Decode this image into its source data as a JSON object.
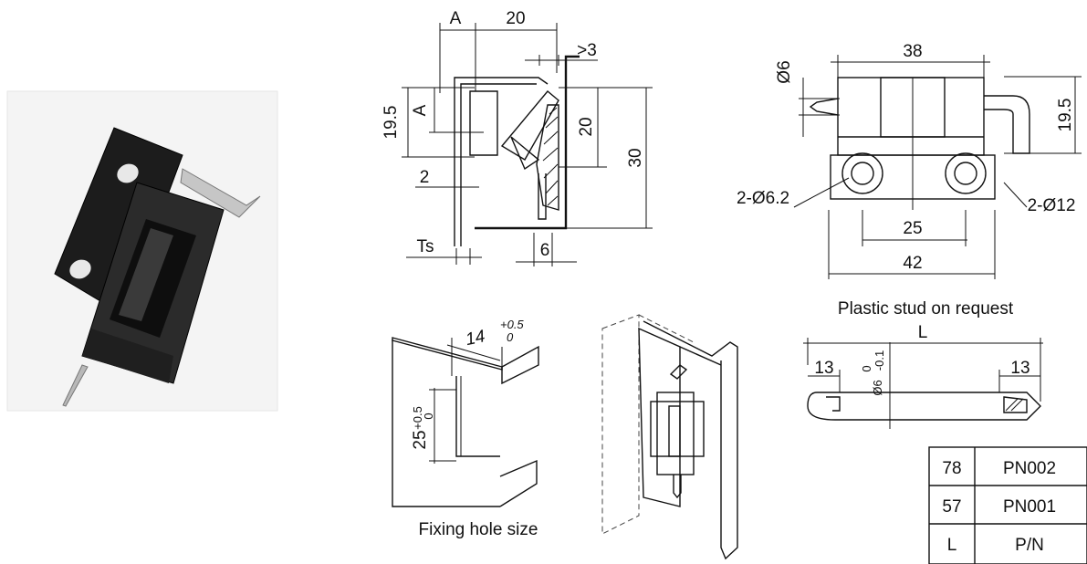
{
  "photo": {
    "alt_icon": "hinge-photo"
  },
  "side_view": {
    "dims": {
      "a_top": "A",
      "w20": "20",
      "gt3": ">3",
      "h195": "19.5",
      "a_left": "A",
      "h20": "20",
      "h30": "30",
      "d2": "2",
      "ts": "Ts",
      "d6": "6"
    }
  },
  "front_view": {
    "dims": {
      "dia6": "Ø6",
      "w38": "38",
      "h195": "19.5",
      "holes_small": "2-Ø6.2",
      "holes_large": "2-Ø12",
      "w25": "25",
      "w42": "42"
    },
    "caption": "Plastic stud on request"
  },
  "fixing_hole": {
    "width_dim": "14",
    "width_tol_upper": "+0.5",
    "width_tol_lower": "0",
    "height_dim": "25",
    "height_tol_upper": "+0.5",
    "height_tol_lower": "0",
    "caption": "Fixing hole size"
  },
  "pin": {
    "length": "L",
    "left_dim": "13",
    "right_dim": "13",
    "dia": "Ø6",
    "dia_tol_upper": "0",
    "dia_tol_lower": "-0.1"
  },
  "table": {
    "header": {
      "l": "L",
      "pn": "P/N"
    },
    "rows": [
      {
        "l": "78",
        "pn": "PN002"
      },
      {
        "l": "57",
        "pn": "PN001"
      }
    ]
  }
}
